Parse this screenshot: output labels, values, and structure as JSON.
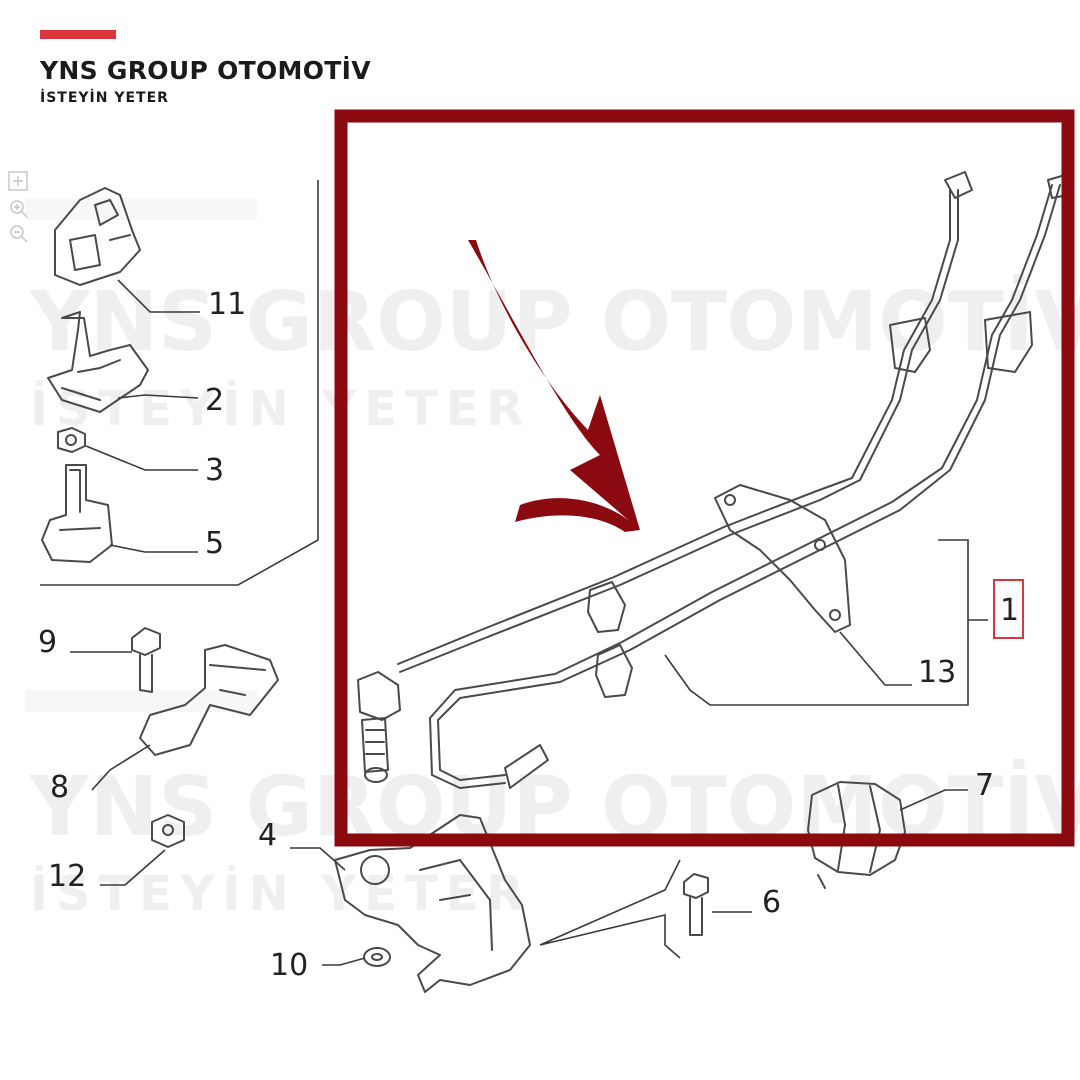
{
  "header": {
    "brand": "YNS GROUP OTOMOTİV",
    "tagline": "İSTEYİN YETER"
  },
  "watermark": {
    "brand": "YNS GROUP OTOMOTİV",
    "tagline": "İSTEYİN YETER"
  },
  "callouts": {
    "c1": "1",
    "c2": "2",
    "c3": "3",
    "c4": "4",
    "c5": "5",
    "c6": "6",
    "c7": "7",
    "c8": "8",
    "c9": "9",
    "c10": "10",
    "c11": "11",
    "c12": "12",
    "c13": "13"
  },
  "colors": {
    "accent": "#d9363e",
    "highlight_frame": "#8b0a0f",
    "arrow": "#8b0a0f",
    "callout_box": "#d9363e"
  },
  "icons": [
    "fit-view-icon",
    "zoom-in-icon",
    "zoom-out-icon"
  ]
}
